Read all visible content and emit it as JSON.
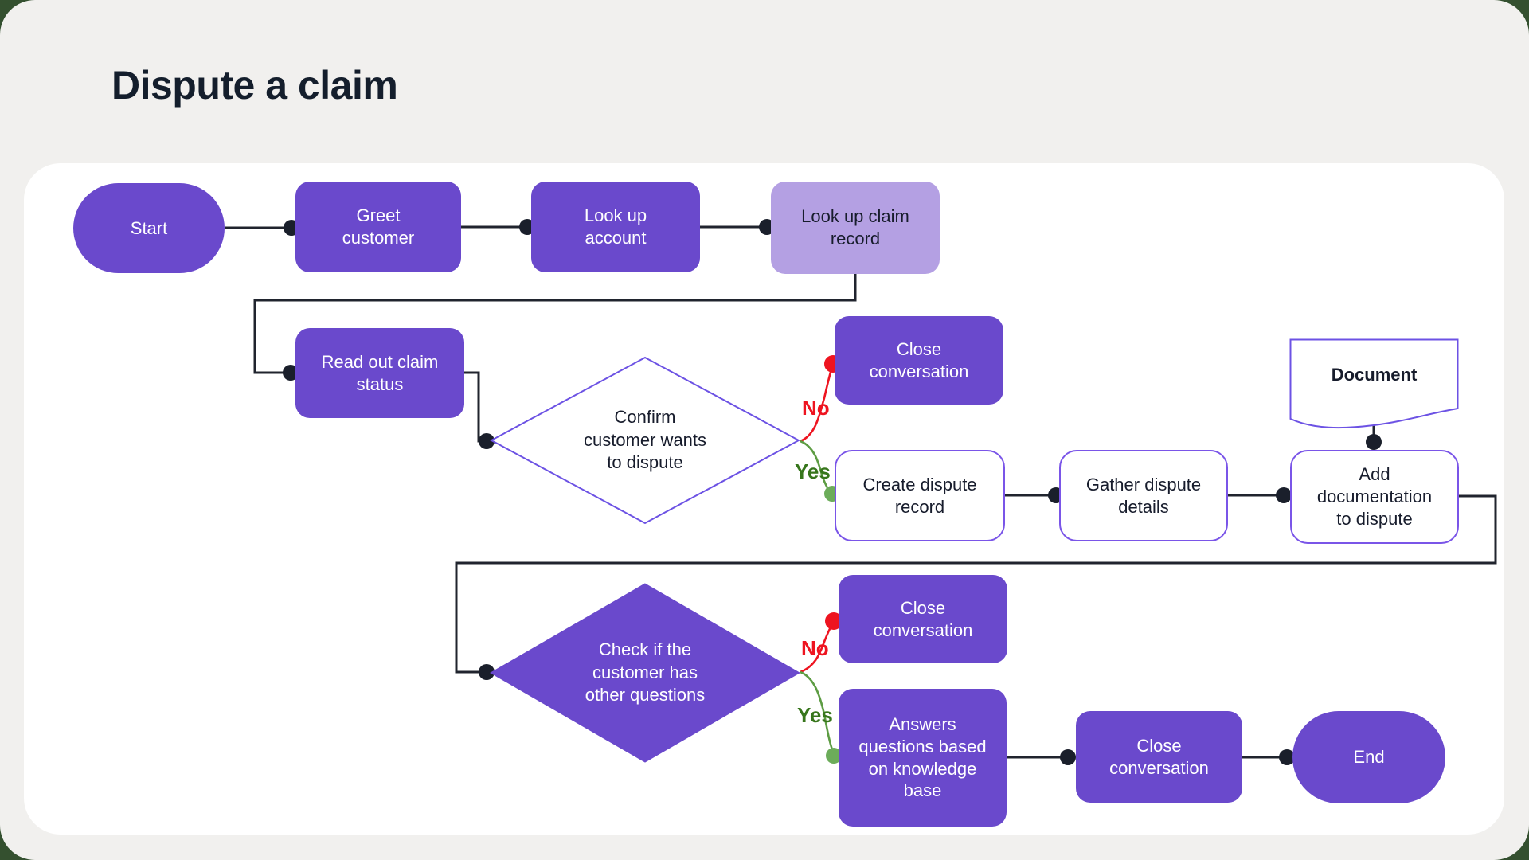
{
  "page": {
    "title": "Dispute a claim"
  },
  "labels": {
    "yes": "Yes",
    "no": "No"
  },
  "colors": {
    "backdrop_green": "#34502F",
    "page_gray": "#F1F0EE",
    "canvas_white": "#FFFFFF",
    "node_purple": "#6A49CC",
    "node_lavender_selected": "#B4A0E3",
    "node_outline_purple": "#7A55E8",
    "edge_dark": "#20242E",
    "no_red": "#EE1420",
    "yes_green_label": "#37761C",
    "yes_green_line": "#5D9C43",
    "yes_green_dot": "#6CAC5A",
    "title_dark": "#141E2C"
  },
  "nodes": {
    "start": {
      "label": "Start"
    },
    "greet_customer": {
      "label": "Greet\ncustomer"
    },
    "look_up_account": {
      "label": "Look up\naccount"
    },
    "look_up_claim_record": {
      "label": "Look up claim\nrecord"
    },
    "read_out_claim_status": {
      "label": "Read out claim\nstatus"
    },
    "confirm_customer_wants_to_dispute": {
      "label": "Confirm\ncustomer wants\nto dispute"
    },
    "close_conversation_no_1": {
      "label": "Close\nconversation"
    },
    "create_dispute_record": {
      "label": "Create dispute\nrecord"
    },
    "gather_dispute_details": {
      "label": "Gather dispute\ndetails"
    },
    "document": {
      "label": "Document"
    },
    "add_documentation_to_dispute": {
      "label": "Add\ndocumentation\nto dispute"
    },
    "check_other_questions": {
      "label": "Check if the\ncustomer has\nother questions"
    },
    "close_conversation_no_2": {
      "label": "Close\nconversation"
    },
    "answers_questions_kb": {
      "label": "Answers\nquestions based\non knowledge\nbase"
    },
    "close_conversation_final": {
      "label": "Close\nconversation"
    },
    "end": {
      "label": "End"
    }
  }
}
